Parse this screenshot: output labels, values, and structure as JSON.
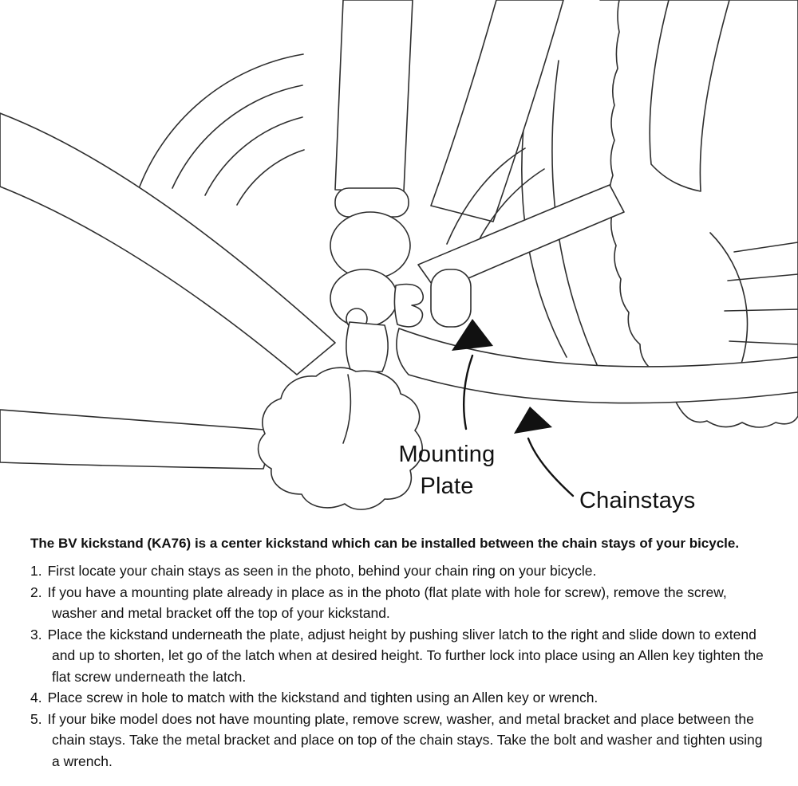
{
  "colors": {
    "ink": "#111111",
    "line_art": "#2e2e2e",
    "background": "#ffffff"
  },
  "diagram": {
    "labels": {
      "mounting_plate_line1": "Mounting",
      "mounting_plate_line2": "Plate",
      "chainstays": "Chainstays"
    }
  },
  "instructions": {
    "heading": "The BV kickstand (KA76) is a center kickstand which can be installed between the chain stays of your bicycle.",
    "steps": [
      {
        "num": "1.",
        "text": "First locate your chain stays as seen in the photo, behind your chain ring on your bicycle."
      },
      {
        "num": "2.",
        "text": "If you have a mounting plate already in place as in the photo (flat plate with hole for screw), remove the screw, washer and metal bracket off the top of your kickstand."
      },
      {
        "num": "3.",
        "text": "Place the kickstand underneath the plate, adjust height by pushing sliver latch to the right and slide down to extend and up to shorten, let go of the latch when at desired height. To further lock into place using an Allen key tighten the flat screw underneath the latch."
      },
      {
        "num": "4.",
        "text": "Place screw in hole to match with the kickstand and tighten using an Allen key or wrench."
      },
      {
        "num": "5.",
        "text": "If your bike model does not have mounting plate, remove screw, washer, and metal bracket and place between the chain stays. Take the metal bracket and place on top of the chain stays. Take the bolt and washer and tighten using a wrench."
      }
    ]
  }
}
